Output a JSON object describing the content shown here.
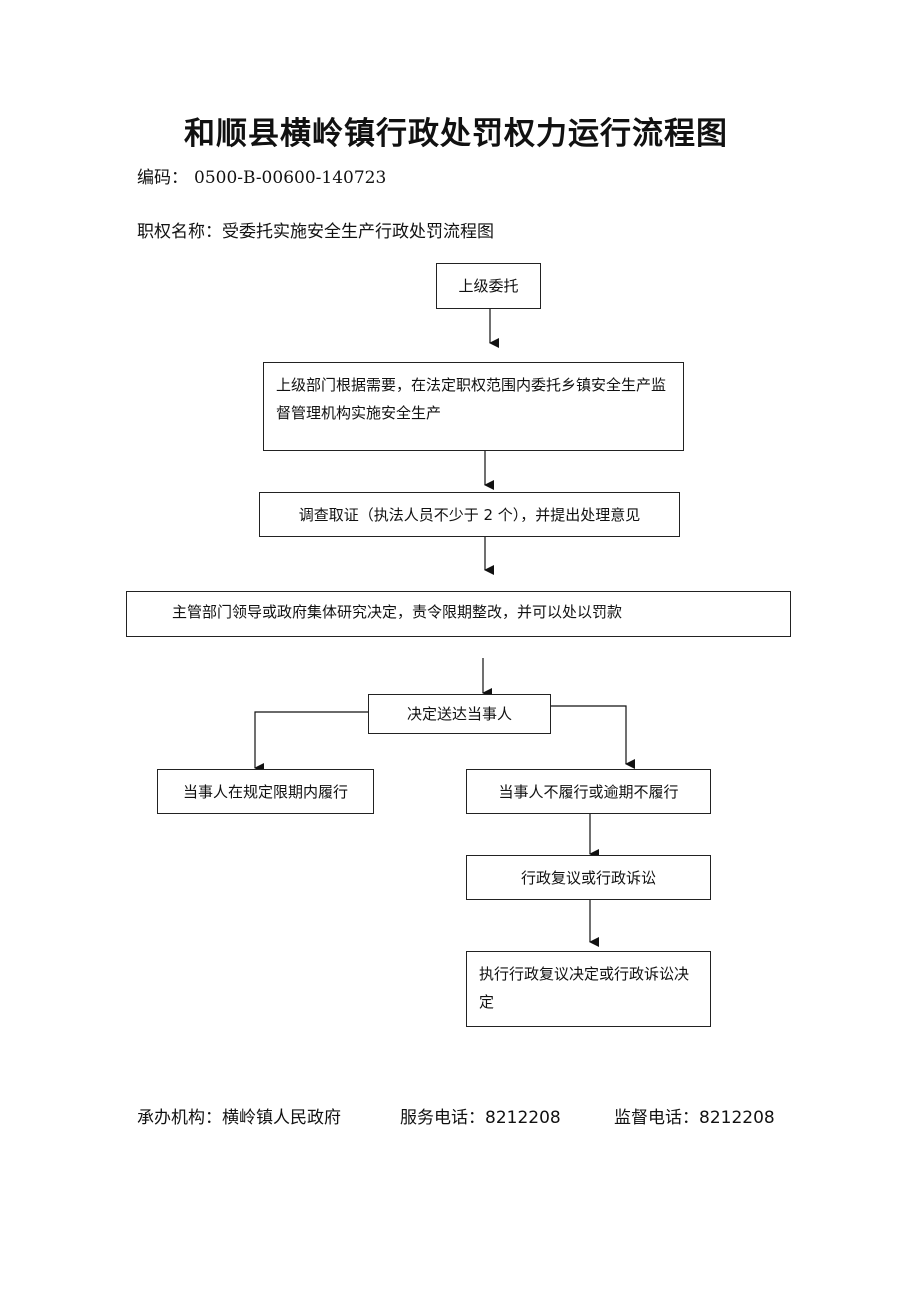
{
  "title": "和顺县横岭镇行政处罚权力运行流程图",
  "meta": {
    "code_label": "编码：",
    "code_value": "0500-B-00600-140723",
    "name_label": "职权名称：",
    "name_value": "受委托实施安全生产行政处罚流程图"
  },
  "flow": {
    "step1": "上级委托",
    "step2": "上级部门根据需要，在法定职权范围内委托乡镇安全生产监督管理机构实施安全生产",
    "step3": "调查取证（执法人员不少于 2 个），并提出处理意见",
    "step4": "主管部门领导或政府集体研究决定，责令限期整改，并可以处以罚款",
    "step5": "决定送达当事人",
    "branch_left": "当事人在规定限期内履行",
    "branch_right": "当事人不履行或逾期不履行",
    "step6": "行政复议或行政诉讼",
    "step7": "执行行政复议决定或行政诉讼决定"
  },
  "footer": {
    "org": "承办机构：横岭镇人民政府",
    "service_phone": "服务电话：8212208",
    "supervise_phone": "监督电话：8212208"
  }
}
